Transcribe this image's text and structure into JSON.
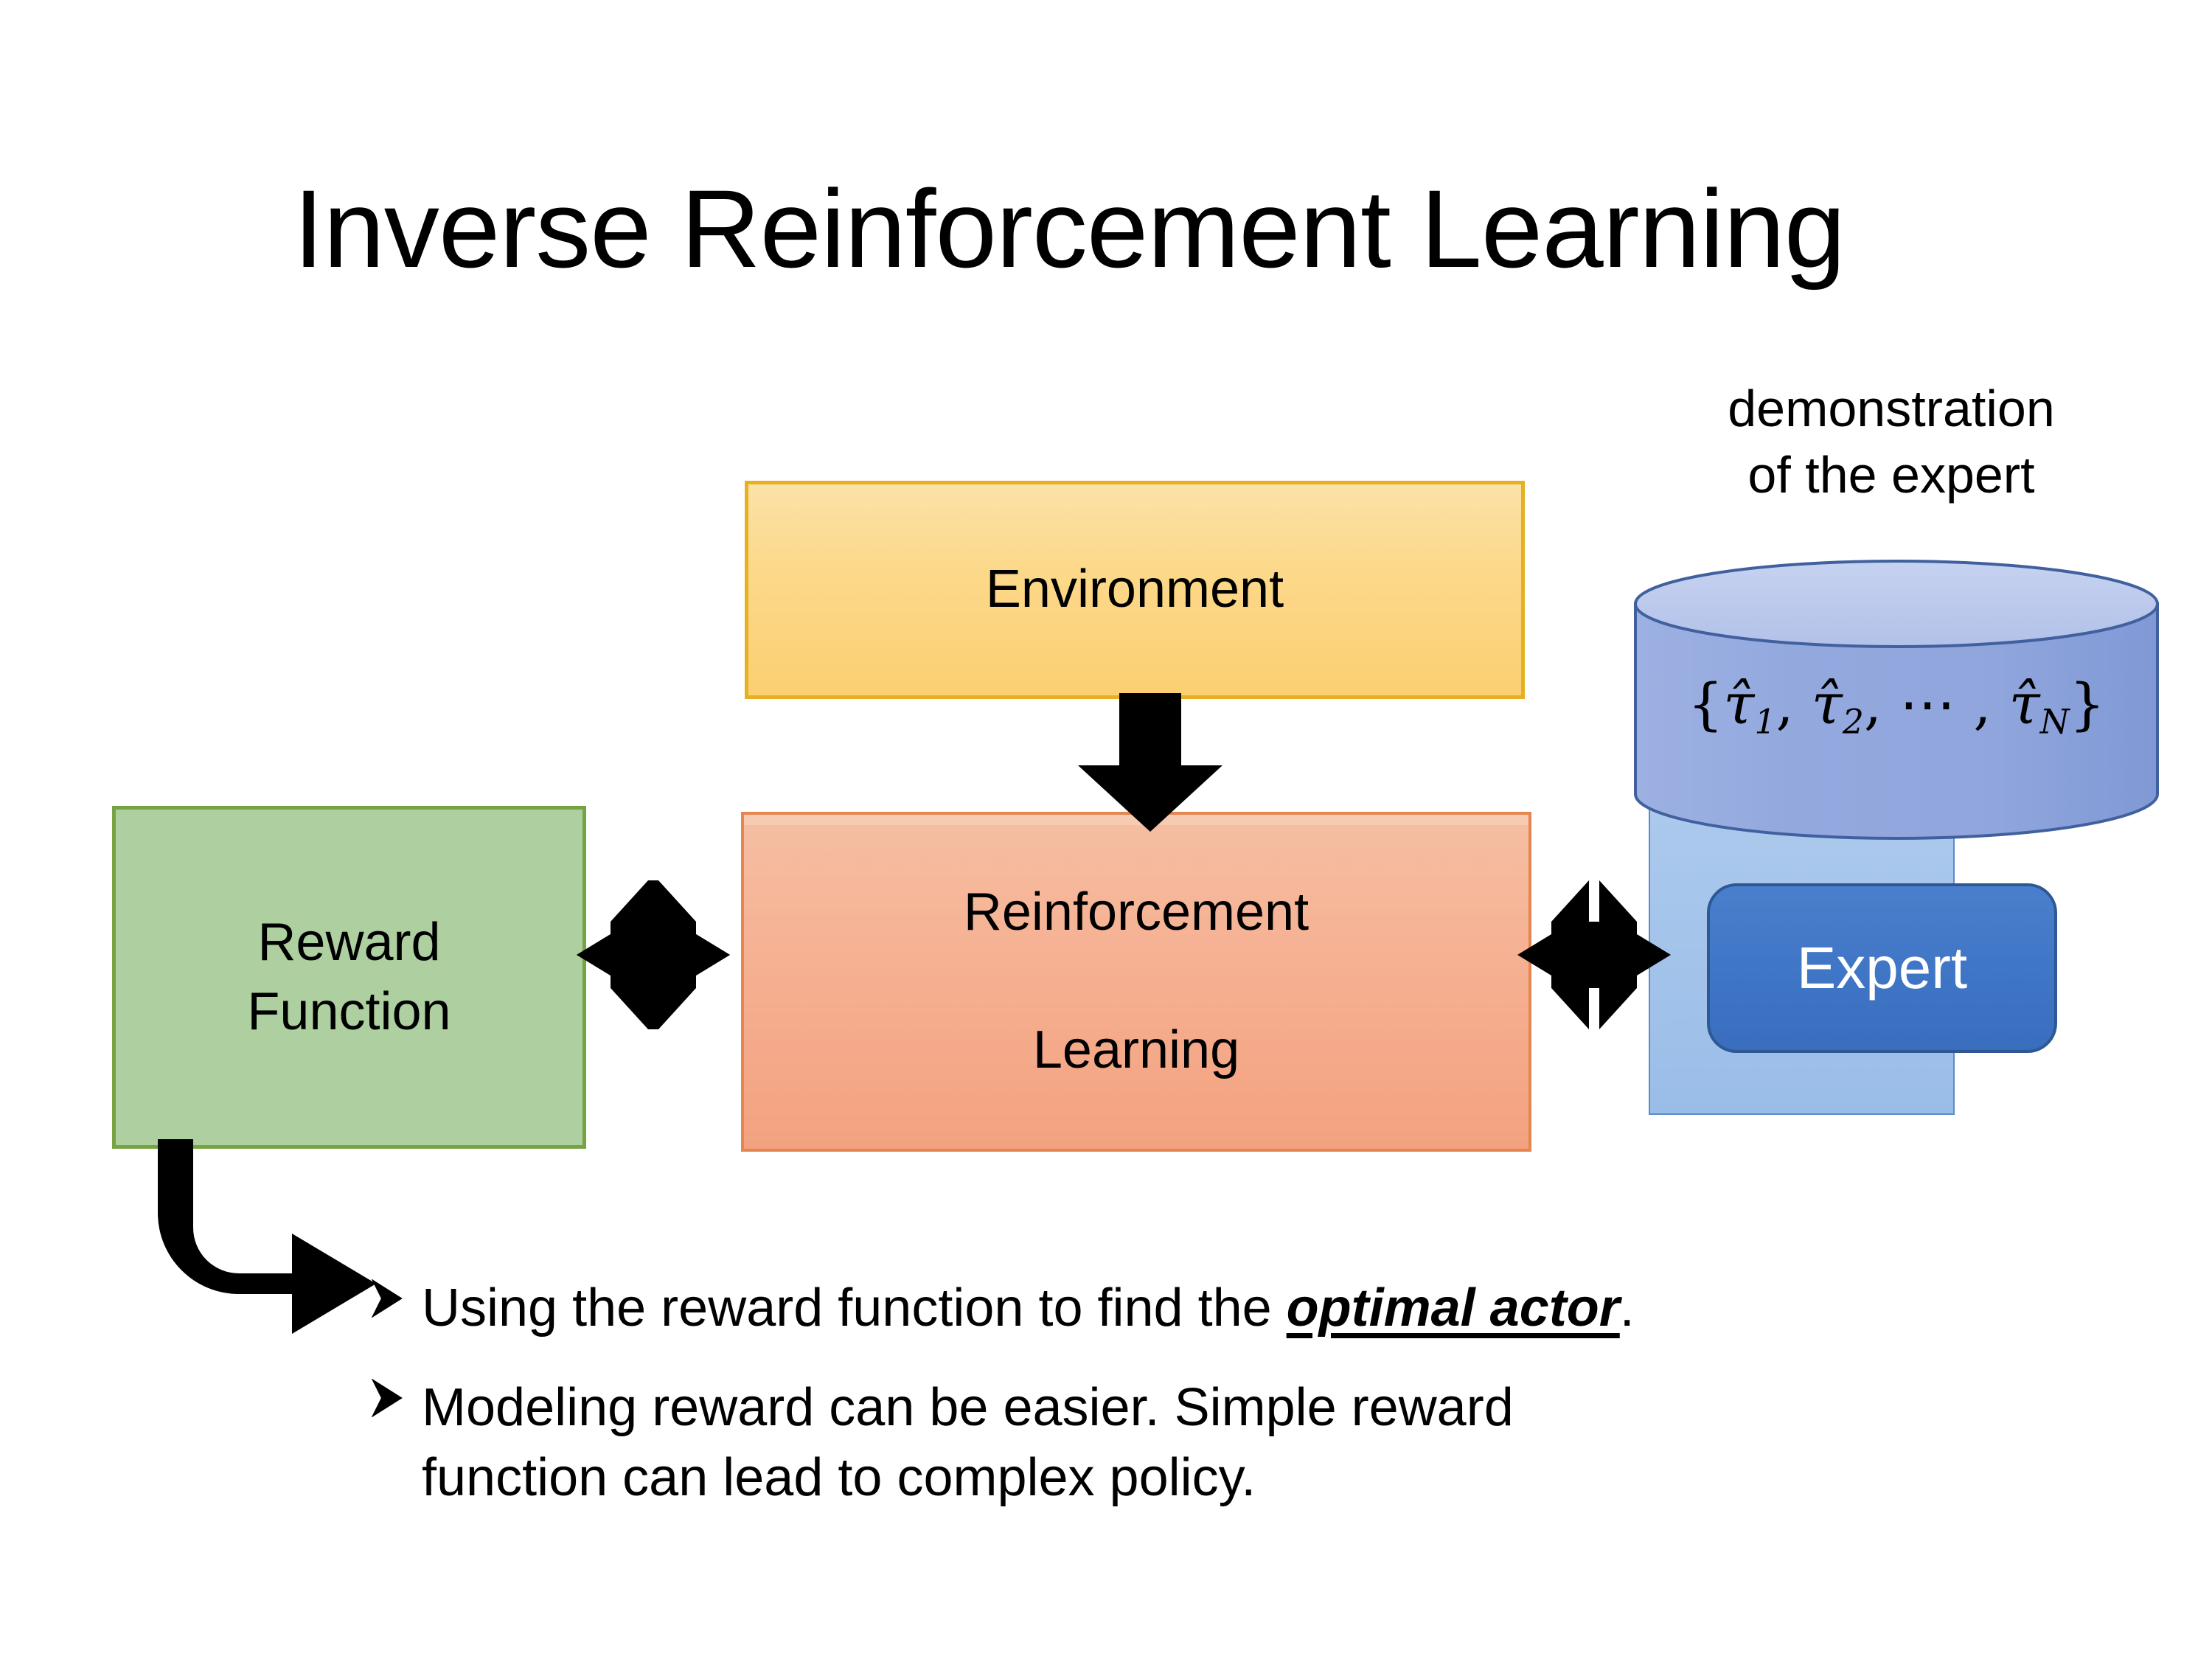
{
  "slide": {
    "title": "Inverse Reinforcement Learning"
  },
  "diagram": {
    "environment": {
      "label": "Environment",
      "fill": "#FBD98C",
      "border": "#E5B122"
    },
    "reward_function": {
      "label": "Reward\nFunction",
      "fill": "#AED0A0",
      "border": "#77A343"
    },
    "reinforcement_learning": {
      "label": "Reinforcement\n\nLearning",
      "fill": "#F5B395",
      "border": "#E4864F"
    },
    "demonstration": {
      "caption": "demonstration\nof the expert",
      "formula_open": "{",
      "formula_tau1": "τ̂",
      "formula_sub1": "1",
      "formula_sep1": ", ",
      "formula_tau2": "τ̂",
      "formula_sub2": "2",
      "formula_sep2": ", ⋯ , ",
      "formula_tauN": "τ̂",
      "formula_subN": "N",
      "formula_close": "}",
      "cylinder_fill": "#93A9DE",
      "cylinder_top_fill": "#BECBEC",
      "cylinder_border": "#41609E"
    },
    "expert": {
      "label": "Expert",
      "fill": "#4076C6",
      "border": "#2D5894",
      "text_color": "#FFFFFF"
    },
    "expert_panel": {
      "fill": "#A5C5EB",
      "border": "#5B8BC9"
    },
    "arrows": {
      "env_to_rl": "down-arrow",
      "rf_to_rl": "quad-arrow",
      "rl_to_expert": "quad-arrow",
      "rf_to_bullets": "elbow-arrow",
      "color": "#000000"
    }
  },
  "bullets": [
    {
      "marker": "arrowhead-bullet",
      "text_before": "Using the reward function to find the ",
      "emphasis": "optimal actor",
      "text_after": "."
    },
    {
      "marker": "arrowhead-bullet",
      "text_before": "Modeling reward can be easier. Simple reward function can lead to complex policy.",
      "emphasis": "",
      "text_after": ""
    }
  ]
}
